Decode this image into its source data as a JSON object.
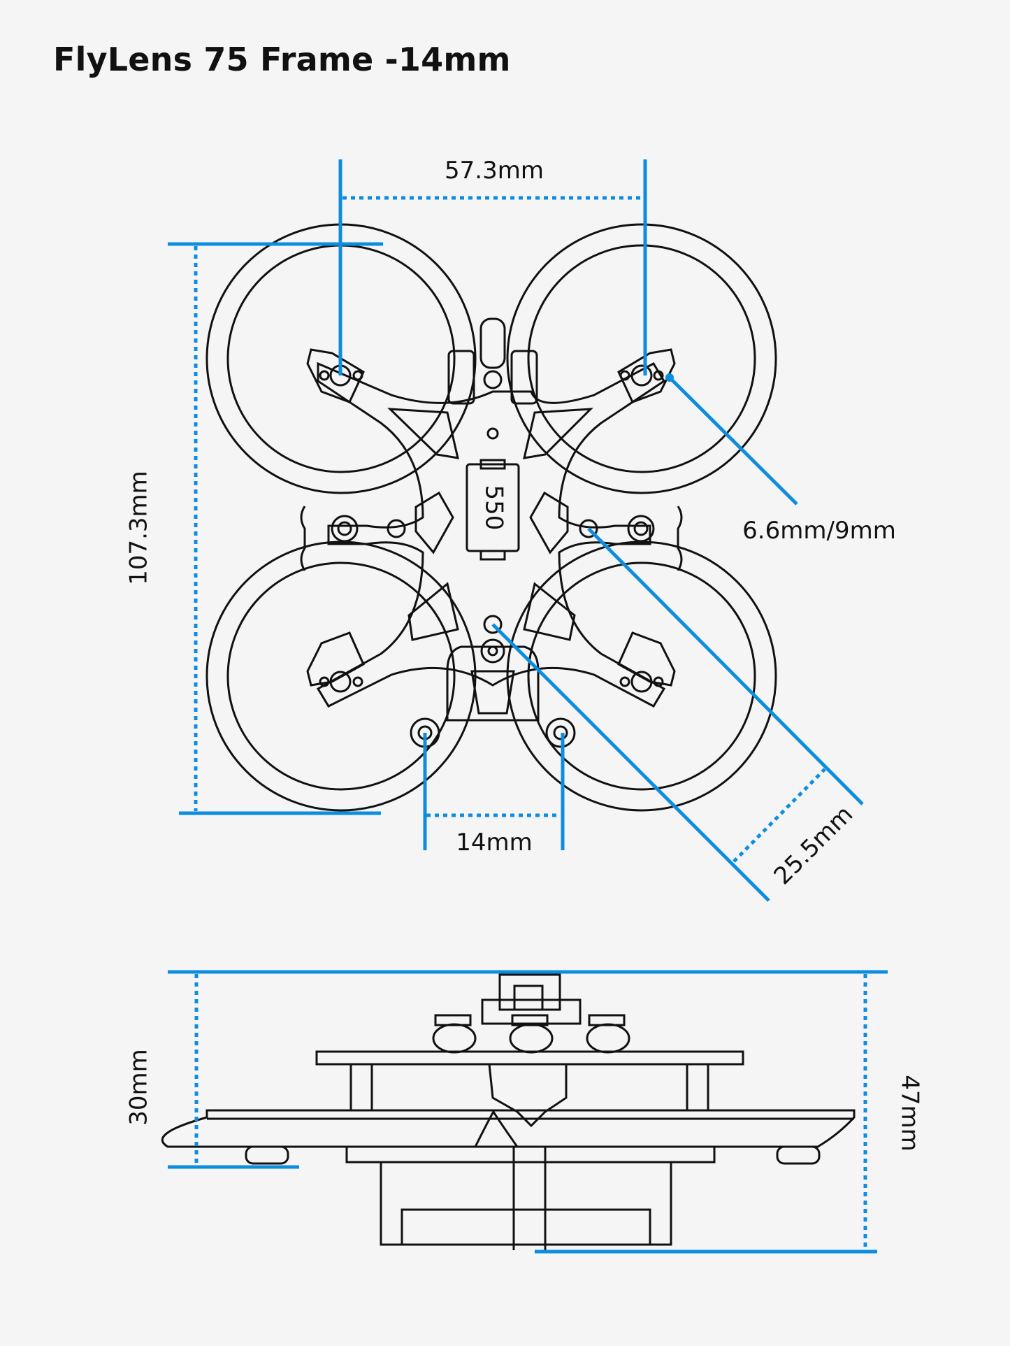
{
  "title": "FlyLens 75 Frame -14mm",
  "motor_mark": "550",
  "dimensions": {
    "motor_spacing": "57.3mm",
    "length": "107.3mm",
    "mount_holes": "6.6mm/9mm",
    "stack_spacing": "14mm",
    "stack_mount": "25.5mm",
    "prop_height": "30mm",
    "total_height": "47mm"
  },
  "colors": {
    "dimension_line": "#0d8de0",
    "outline": "#111111",
    "background": "#f5f5f5"
  }
}
